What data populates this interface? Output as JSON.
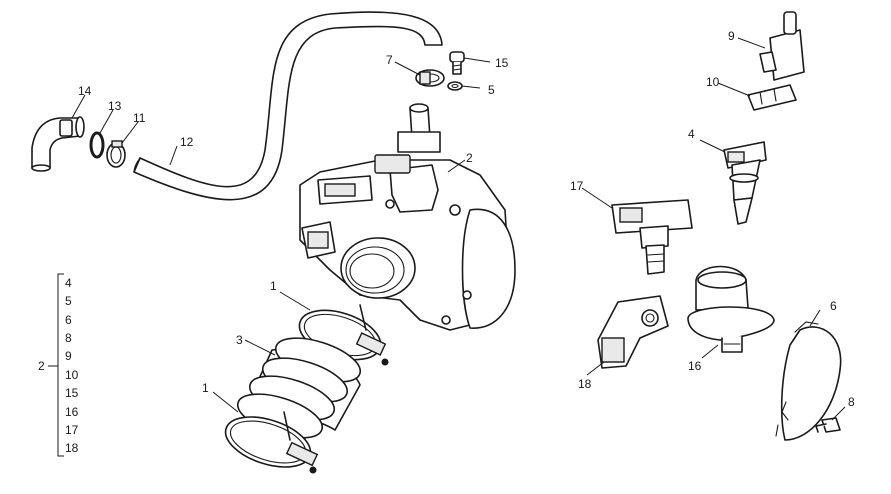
{
  "callouts": {
    "c1_top": "1",
    "c1_bottom": "1",
    "c2": "2",
    "c3": "3",
    "c4": "4",
    "c5": "5",
    "c6": "6",
    "c7": "7",
    "c8": "8",
    "c9": "9",
    "c10": "10",
    "c11": "11",
    "c12": "12",
    "c13": "13",
    "c14": "14",
    "c15": "15",
    "c16": "16",
    "c17": "17",
    "c18": "18"
  },
  "legend": {
    "group_label": "2",
    "items": [
      "4",
      "5",
      "6",
      "8",
      "9",
      "10",
      "15",
      "16",
      "17",
      "18"
    ]
  }
}
